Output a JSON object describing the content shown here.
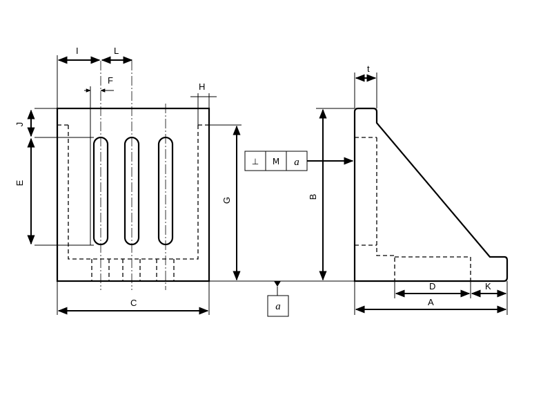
{
  "labels": {
    "I": "I",
    "L": "L",
    "F": "F",
    "H": "H",
    "J": "J",
    "E": "E",
    "G": "G",
    "C": "C",
    "B": "B",
    "t": "t",
    "D": "D",
    "K": "K",
    "A": "A"
  },
  "tolerance_frame": {
    "symbol": "⊥",
    "modifier": "M",
    "datum": "a"
  },
  "datum_box": {
    "letter": "a"
  }
}
